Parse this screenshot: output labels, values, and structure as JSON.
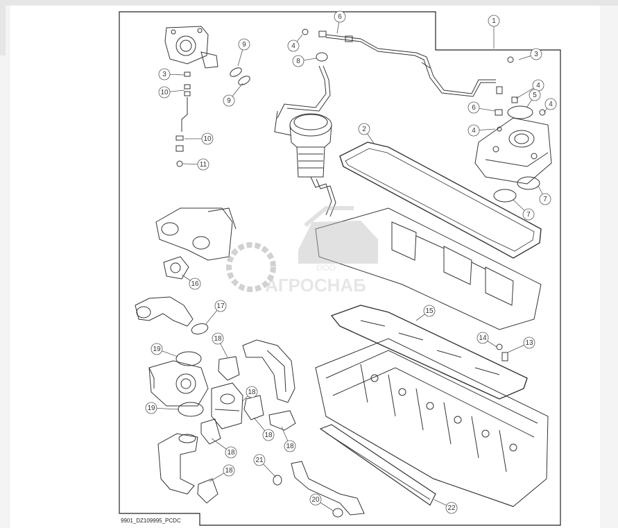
{
  "figure": {
    "drawing_code": "9901_DZ109995_PCDC"
  },
  "watermark": {
    "prefix": "ООО",
    "name": "АГРОСНАБ"
  },
  "callouts": [
    {
      "label": "1"
    },
    {
      "label": "2"
    },
    {
      "label": "3"
    },
    {
      "label": "3"
    },
    {
      "label": "4"
    },
    {
      "label": "4"
    },
    {
      "label": "4"
    },
    {
      "label": "4"
    },
    {
      "label": "5"
    },
    {
      "label": "6"
    },
    {
      "label": "6"
    },
    {
      "label": "7"
    },
    {
      "label": "7"
    },
    {
      "label": "8"
    },
    {
      "label": "9"
    },
    {
      "label": "9"
    },
    {
      "label": "10"
    },
    {
      "label": "10"
    },
    {
      "label": "11"
    },
    {
      "label": "13"
    },
    {
      "label": "14"
    },
    {
      "label": "15"
    },
    {
      "label": "16"
    },
    {
      "label": "17"
    },
    {
      "label": "18"
    },
    {
      "label": "18"
    },
    {
      "label": "18"
    },
    {
      "label": "18"
    },
    {
      "label": "18"
    },
    {
      "label": "18"
    },
    {
      "label": "19"
    },
    {
      "label": "19"
    },
    {
      "label": "20"
    },
    {
      "label": "21"
    },
    {
      "label": "22"
    }
  ],
  "colors": {
    "line": "#222222",
    "callout_stroke": "#555555",
    "watermark": "#9a9a9a"
  }
}
